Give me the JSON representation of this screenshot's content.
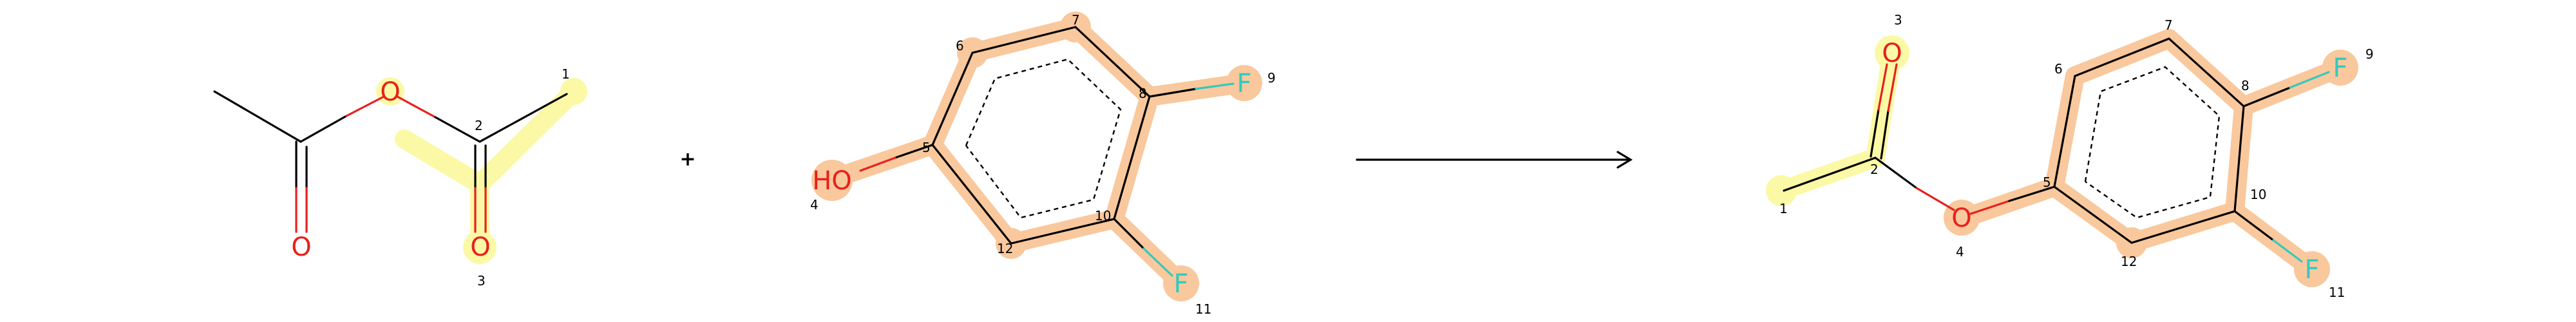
{
  "operator": "+",
  "reactant1": {
    "atoms": {
      "O_ester": "O",
      "O_carbonyl": "O",
      "O_carbonyl_left": "O"
    },
    "map": {
      "c1": "1",
      "c2": "2",
      "o3": "3"
    }
  },
  "reactant2": {
    "atoms": {
      "HO": "HO",
      "F9": "F",
      "F11": "F"
    },
    "map": {
      "n4": "4",
      "n5": "5",
      "n6": "6",
      "n7": "7",
      "n8": "8",
      "n9": "9",
      "n10": "10",
      "n11": "11",
      "n12": "12"
    }
  },
  "product": {
    "atoms": {
      "O3": "O",
      "O4": "O",
      "F9": "F",
      "F11": "F"
    },
    "map": {
      "n1": "1",
      "n2": "2",
      "n3": "3",
      "n4": "4",
      "n5": "5",
      "n6": "6",
      "n7": "7",
      "n8": "8",
      "n9": "9",
      "n10": "10",
      "n11": "11",
      "n12": "12"
    }
  },
  "colors": {
    "oxygen": "#e8201c",
    "fluorine": "#33c9c0",
    "highlight_yellow": "#fbf9a6",
    "highlight_orange": "#f9c89d"
  }
}
